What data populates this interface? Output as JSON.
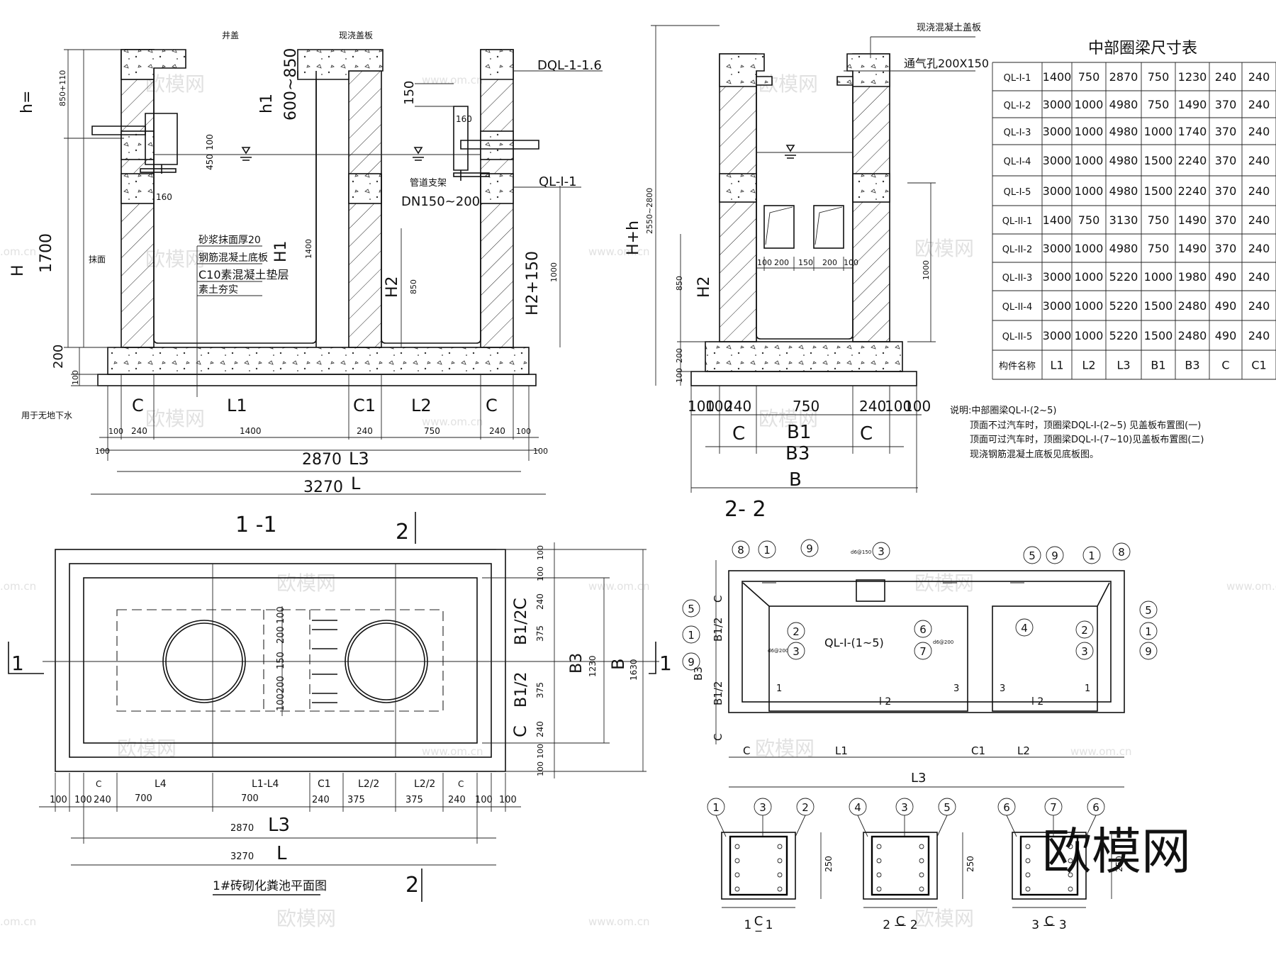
{
  "watermark": {
    "big": "欧模网",
    "small": "欧模网",
    "site": "www.om.cn",
    "tag": ".om.cn"
  },
  "section_1_1": {
    "caption": "1 -1",
    "labels": {
      "cover": "井盖",
      "cast_slab": "现浇盖板",
      "dql": "DQL-1-1.6",
      "ql": "QL-I-1",
      "pipe_support": "管道支架",
      "pipe_dn": "DN150~200",
      "layer_mortar": "砂浆抹面厚20",
      "layer_rc": "钢筋混凝土底板",
      "layer_c10": "C10素混凝土垫层",
      "layer_soil": "素土夯实",
      "plaster": "抹面",
      "no_groundwater": "用于无地下水",
      "h_eq": "h=",
      "h1": "h1",
      "h1_range": "600~850",
      "H": "H",
      "H1": "H1",
      "H2": "H2",
      "H2_150": "H2+150",
      "L": "L",
      "L1": "L1",
      "L2": "L2",
      "L3": "L3",
      "C": "C",
      "C1": "C1"
    },
    "dims": {
      "d1700": "1700",
      "d850_110": "850+110",
      "d200": "200",
      "d100": "100",
      "d150": "150",
      "d160": "160",
      "d100b": "100",
      "d450": "450",
      "d1400v": "1400",
      "d850": "850",
      "d1000": "1000",
      "d240": "240",
      "d1400": "1400",
      "d750": "750",
      "d2870": "2870",
      "d3270": "3270",
      "section_mark": "2"
    }
  },
  "section_2_2": {
    "caption": "2- 2",
    "labels": {
      "cast_slab": "现浇混凝土盖板",
      "vent": "通气孔200X150",
      "Hh": "H+h",
      "H2": "H2",
      "B": "B",
      "B1": "B1",
      "B3": "B3",
      "C": "C"
    },
    "dims": {
      "d2550": "2550~2800",
      "d850": "850",
      "d200": "200",
      "d100": "100",
      "d1000": "1000",
      "inner": [
        "100",
        "200",
        "150",
        "200",
        "100"
      ],
      "bottom": [
        "100",
        "100",
        "240",
        "750",
        "240",
        "100",
        "100"
      ]
    }
  },
  "dim_table": {
    "title": "中部圈梁尺寸表",
    "rows": [
      [
        "QL-I-1",
        "1400",
        "750",
        "2870",
        "750",
        "1230",
        "240",
        "240"
      ],
      [
        "QL-I-2",
        "3000",
        "1000",
        "4980",
        "750",
        "1490",
        "370",
        "240"
      ],
      [
        "QL-I-3",
        "3000",
        "1000",
        "4980",
        "1000",
        "1740",
        "370",
        "240"
      ],
      [
        "QL-I-4",
        "3000",
        "1000",
        "4980",
        "1500",
        "2240",
        "370",
        "240"
      ],
      [
        "QL-I-5",
        "3000",
        "1000",
        "4980",
        "1500",
        "2240",
        "370",
        "240"
      ],
      [
        "QL-II-1",
        "1400",
        "750",
        "3130",
        "750",
        "1490",
        "370",
        "240"
      ],
      [
        "QL-II-2",
        "3000",
        "1000",
        "4980",
        "750",
        "1490",
        "370",
        "240"
      ],
      [
        "QL-II-3",
        "3000",
        "1000",
        "5220",
        "1000",
        "1980",
        "490",
        "240"
      ],
      [
        "QL-II-4",
        "3000",
        "1000",
        "5220",
        "1500",
        "2480",
        "490",
        "240"
      ],
      [
        "QL-II-5",
        "3000",
        "1000",
        "5220",
        "1500",
        "2480",
        "490",
        "240"
      ]
    ],
    "header": [
      "构件名称",
      "L1",
      "L2",
      "L3",
      "B1",
      "B3",
      "C",
      "C1"
    ],
    "notes": [
      "说明:中部圈梁QL-I-(2~5)",
      "顶面不过汽车时，顶圈梁DQL-I-(2~5) 见盖板布置图(一)",
      "顶面可过汽车时，顶圈梁DQL-I-(7~10)见盖板布置图(二)",
      "现浇钢筋混凝土底板见底板图。"
    ]
  },
  "plan": {
    "caption": "1#砖砌化粪池平面图",
    "section_left": "1",
    "section_bottom": "2",
    "labels": {
      "C": "C",
      "L4": "L4",
      "L1_L4": "L1-L4",
      "C1": "C1",
      "L2_2": "L2/2",
      "L3": "L3",
      "L": "L",
      "B1_2": "B1/2",
      "B3": "B3",
      "B": "B"
    },
    "dims_bottom": [
      "100",
      "100",
      "240",
      "700",
      "700",
      "240",
      "375",
      "375",
      "240",
      "100",
      "100"
    ],
    "d2870": "2870",
    "d3270": "3270",
    "dims_right": [
      "100",
      "100",
      "240",
      "375",
      "375",
      "240",
      "100",
      "100"
    ],
    "d1230": "1230",
    "d1630": "1630",
    "inner_dims": [
      "100",
      "200",
      "150",
      "200",
      "100"
    ]
  },
  "rebar": {
    "beam_label": "QL-I-(1~5)",
    "callouts": [
      "1",
      "2",
      "3",
      "4",
      "5",
      "6",
      "7",
      "8",
      "9"
    ],
    "spec1": "d6@150",
    "spec2": "d6@200",
    "labels": {
      "C": "C",
      "L1": "L1",
      "L2": "L2",
      "L3": "L3",
      "C1": "C1",
      "B1_2": "B1/2",
      "B3": "B3",
      "l2": "l 2",
      "m1": "1",
      "m3": "3"
    },
    "sections": [
      {
        "caption": "1 _ 1",
        "c1": "1",
        "c2": "3",
        "c3": "2",
        "dim": "250",
        "w": "C"
      },
      {
        "caption": "2 — 2",
        "c1": "4",
        "c2": "3",
        "c3": "5",
        "dim": "250",
        "w": "C"
      },
      {
        "caption": "3 — 3",
        "c1": "6",
        "c2": "7",
        "c3": "6",
        "dim": "250",
        "w": "C"
      }
    ]
  }
}
